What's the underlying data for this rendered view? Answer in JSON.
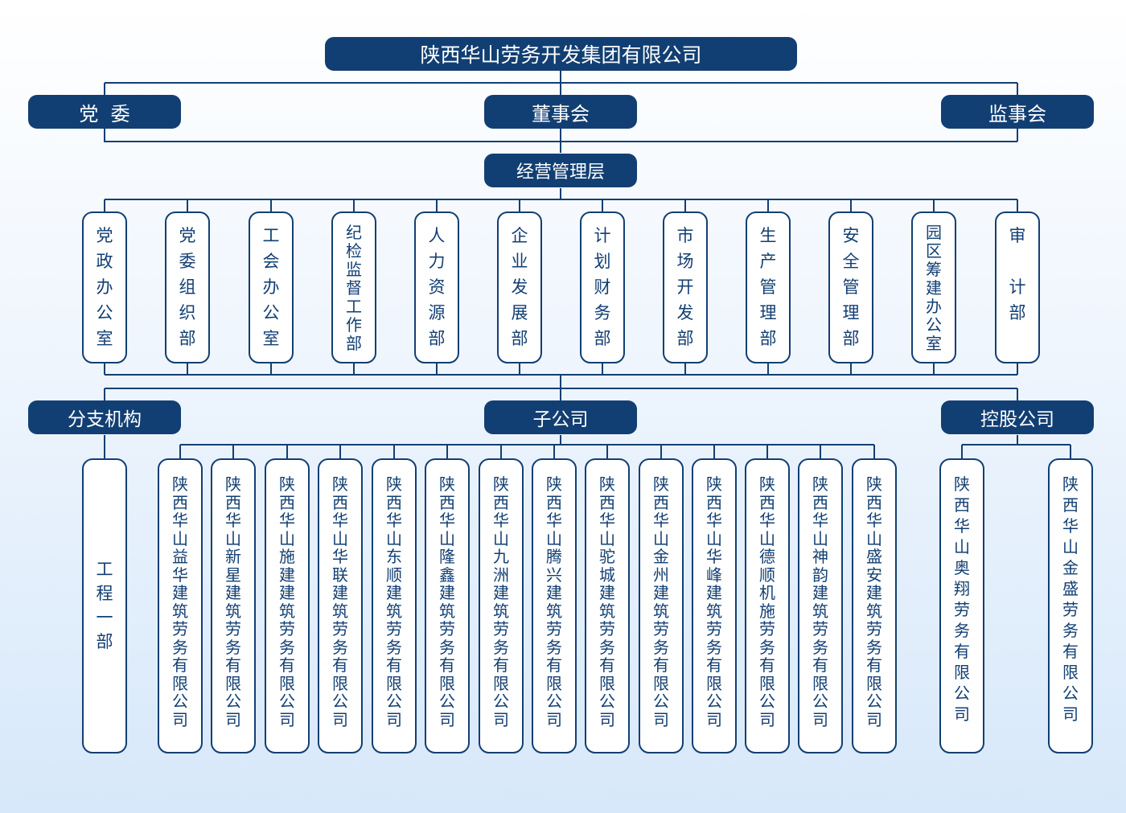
{
  "title": "陕西华山劳务开发集团有限公司",
  "governance": {
    "party": "党  委",
    "board": "董事会",
    "supervisors": "监事会"
  },
  "management": "经营管理层",
  "departments": [
    "党政办公室",
    "党委组织部",
    "工会办公室",
    "纪检监督工作部",
    "人力资源部",
    "企业发展部",
    "计划财务部",
    "市场开发部",
    "生产管理部",
    "安全管理部",
    "园区筹建办公室",
    "审  计部"
  ],
  "groups": {
    "branches": {
      "label": "分支机构",
      "units": [
        "工程一部"
      ]
    },
    "subsidiaries": {
      "label": "子公司",
      "units": [
        "陕西华山益华建筑劳务有限公司",
        "陕西华山新星建筑劳务有限公司",
        "陕西华山施建建筑劳务有限公司",
        "陕西华山华联建筑劳务有限公司",
        "陕西华山东顺建筑劳务有限公司",
        "陕西华山隆鑫建筑劳务有限公司",
        "陕西华山九洲建筑劳务有限公司",
        "陕西华山腾兴建筑劳务有限公司",
        "陕西华山驼城建筑劳务有限公司",
        "陕西华山金州建筑劳务有限公司",
        "陕西华山华峰建筑劳务有限公司",
        "陕西华山德顺机施劳务有限公司",
        "陕西华山神韵建筑劳务有限公司",
        "陕西华山盛安建筑劳务有限公司"
      ]
    },
    "holdings": {
      "label": "控股公司",
      "units": [
        "陕西华山奥翔劳务有限公司",
        "陕西华山金盛劳务有限公司"
      ]
    }
  },
  "colors": {
    "navy": "#123f73",
    "line": "#123f73",
    "bg_top": "#ffffff",
    "bg_bottom": "#d7e8fa"
  }
}
